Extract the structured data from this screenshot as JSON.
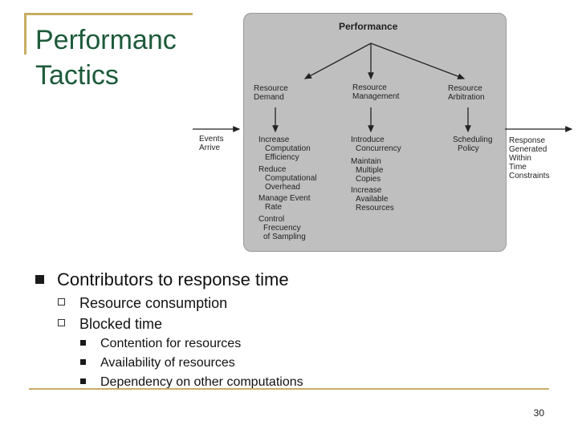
{
  "slide": {
    "title_line1": "Performanc",
    "title_line2": "Tactics",
    "page_number": "30"
  },
  "diagram": {
    "top_label": "Performance",
    "left_input": [
      "Events",
      "Arrive"
    ],
    "right_output": [
      "Response",
      "Generated",
      "Within",
      "Time",
      "Constraints"
    ],
    "columns": [
      {
        "header": [
          "Resource",
          "Demand"
        ],
        "tactics": [
          [
            "Increase",
            "Computation",
            "Efficiency"
          ],
          [
            "Reduce",
            "Computational",
            "Overhead"
          ],
          [
            "Manage Event",
            "Rate"
          ],
          [
            "Control",
            "Frecuency",
            "of Sampling"
          ]
        ]
      },
      {
        "header": [
          "Resource",
          "Management"
        ],
        "tactics": [
          [
            "Introduce",
            "Concurrency"
          ],
          [
            "Maintain",
            "Multiple",
            "Copies"
          ],
          [
            "Increase",
            "Available",
            "Resources"
          ]
        ]
      },
      {
        "header": [
          "Resource",
          "Arbitration"
        ],
        "tactics": [
          [
            "Scheduling",
            "Policy"
          ]
        ]
      }
    ]
  },
  "bullets": {
    "main": "Contributors to response time",
    "sub": [
      "Resource consumption",
      "Blocked time"
    ],
    "subsub": [
      "Contention for resources",
      "Availability of resources",
      "Dependency on other computations"
    ]
  }
}
